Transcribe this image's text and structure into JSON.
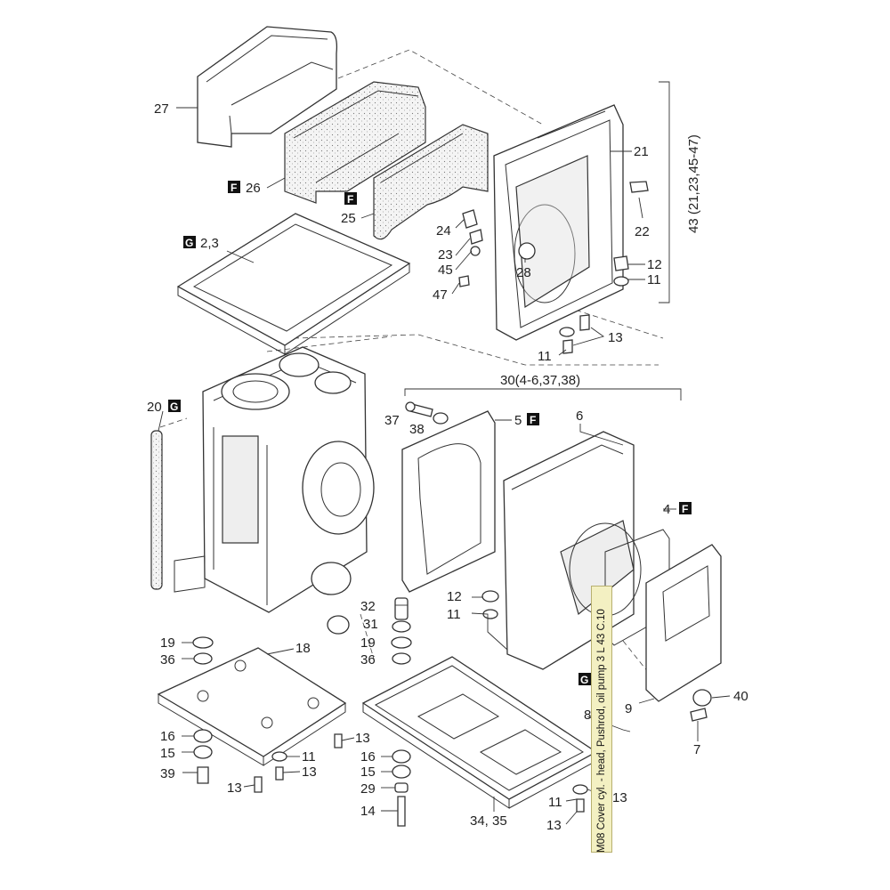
{
  "caption": "M08 Cover cyl. - head, Pushrod, oil pump 3 L 43 C.10",
  "assembly_labels": {
    "a43": "43 (21,23,45-47)",
    "a30": "30(4-6,37,38)"
  },
  "parts": {
    "p27": "27",
    "p26": "26",
    "p25": "25",
    "p23_badge_label": "2,3",
    "p21": "21",
    "p22": "22",
    "p24": "24",
    "p23": "23",
    "p45": "45",
    "p47": "47",
    "p28": "28",
    "p12a": "12",
    "p11a": "11",
    "p13a": "13",
    "p11b": "11",
    "p20": "20",
    "p37": "37",
    "p38": "38",
    "p5": "5",
    "p6": "6",
    "p4": "4",
    "p32": "32",
    "p31": "31",
    "p19b": "19",
    "p36b": "36",
    "p12b": "12",
    "p11c": "11",
    "p19a": "19",
    "p36a": "36",
    "p18": "18",
    "p16a": "16",
    "p15a": "15",
    "p39": "39",
    "p13b": "13",
    "p11d": "11",
    "p13c": "13",
    "p13d": "13",
    "p16b": "16",
    "p15b": "15",
    "p29": "29",
    "p14": "14",
    "p3435": "34, 35",
    "p11e": "11",
    "p13e": "13",
    "p13f": "13",
    "p9": "9",
    "p40": "40",
    "p7": "7",
    "p8": "8"
  },
  "badges": {
    "f": "F",
    "g": "G"
  }
}
